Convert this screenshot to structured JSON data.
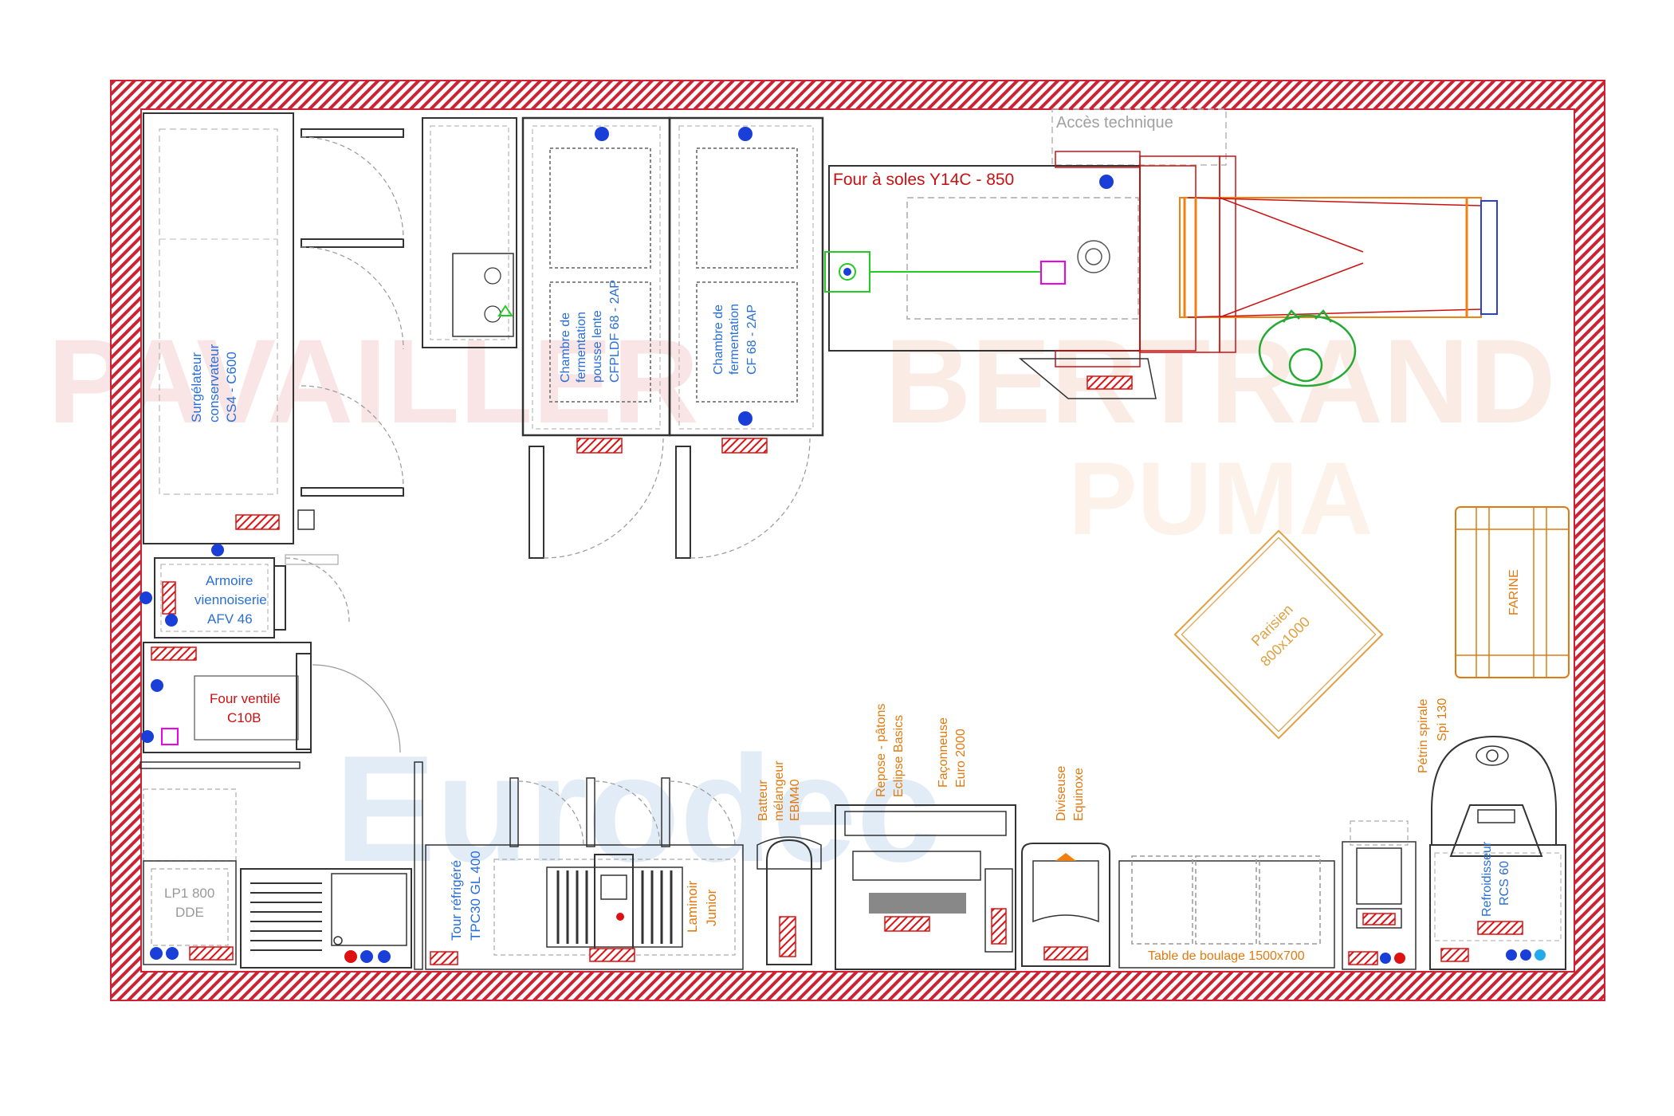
{
  "colors": {
    "wall": "#cc2233",
    "blue_text": "#2a6fd6",
    "orange_text": "#e07a10",
    "red_text": "#cc1010",
    "grey_text": "#9a9a9a",
    "green": "#22cc22",
    "magenta": "#ee00ee",
    "outline": "#333333"
  },
  "labels": {
    "acces_technique": "Accès technique",
    "four_soles": "Four à soles Y14C - 850",
    "surgelateur_1": "Surgélateur",
    "surgelateur_2": "conservateur",
    "surgelateur_3": "CS4 - C600",
    "chambre1_1": "Chambre de",
    "chambre1_2": "fermentation",
    "chambre1_3": "pousse lente",
    "chambre1_4": "CFPLDF 68 - 2AP",
    "chambre2_1": "Chambre de",
    "chambre2_2": "fermentation",
    "chambre2_3": "CF 68 - 2AP",
    "armoire_1": "Armoire",
    "armoire_2": "viennoiserie",
    "armoire_3": "AFV 46",
    "four_ventile_1": "Four ventilé",
    "four_ventile_2": "C10B",
    "lp1_1": "LP1 800",
    "lp1_2": "DDE",
    "tour_1": "Tour réfrigéré",
    "tour_2": "TPC30 GL 400",
    "laminoir_1": "Laminoir",
    "laminoir_2": "Junior",
    "batteur_1": "Batteur",
    "batteur_2": "mélangeur",
    "batteur_3": "EBM40",
    "repose_1": "Repose - pâtons",
    "repose_2": "Eclipse Basics",
    "faconneuse_1": "Façonneuse",
    "faconneuse_2": "Euro 2000",
    "diviseuse_1": "Diviseuse",
    "diviseuse_2": "Equinoxe",
    "table_boulage": "Table de boulage 1500x700",
    "petrin_1": "Pétrin spirale",
    "petrin_2": "Spi 130",
    "refroidisseur_1": "Refroidisseur",
    "refroidisseur_2": "RCS 60",
    "parisien_1": "Parisien",
    "parisien_2": "800x1000",
    "farine": "FARINE",
    "watermark_1": "PAVAILLER",
    "watermark_2": "BERTRAND",
    "watermark_3": "PUMA",
    "watermark_4": "Eurodec"
  }
}
